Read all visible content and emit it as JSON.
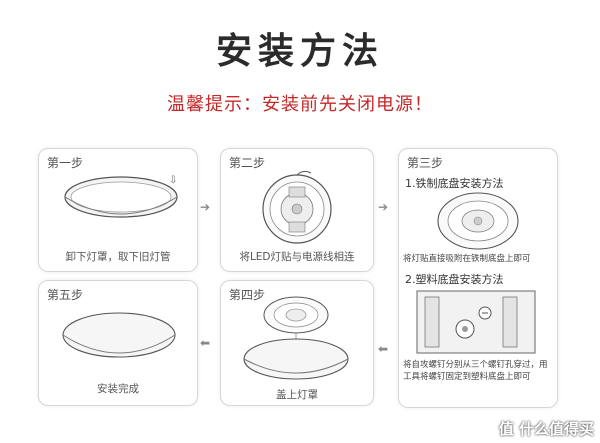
{
  "page": {
    "title": "安装方法",
    "warning": "温馨提示：安装前先关闭电源！"
  },
  "steps": [
    {
      "label": "第一步",
      "caption": "卸下灯罩，取下旧灯管"
    },
    {
      "label": "第二步",
      "caption": "将LED灯贴与电源线相连"
    },
    {
      "label": "第三步",
      "sub1_title": "1.铁制底盘安装方法",
      "sub1_caption": "将灯贴直接吸附在铁制底盘上即可",
      "sub2_title": "2.塑料底盘安装方法",
      "sub2_caption_line1": "将自攻螺钉分别从三个螺钉孔穿过，用",
      "sub2_caption_line2": "工具将螺钉固定到塑料底盘上即可"
    },
    {
      "label": "第四步",
      "caption": "盖上灯罩"
    },
    {
      "label": "第五步",
      "caption": "安装完成"
    }
  ],
  "arrows": {
    "right": "➔",
    "left": "⬅"
  },
  "watermark": "值 什么值得买",
  "colors": {
    "warning": "#c62828",
    "border": "#d6d6d6"
  }
}
